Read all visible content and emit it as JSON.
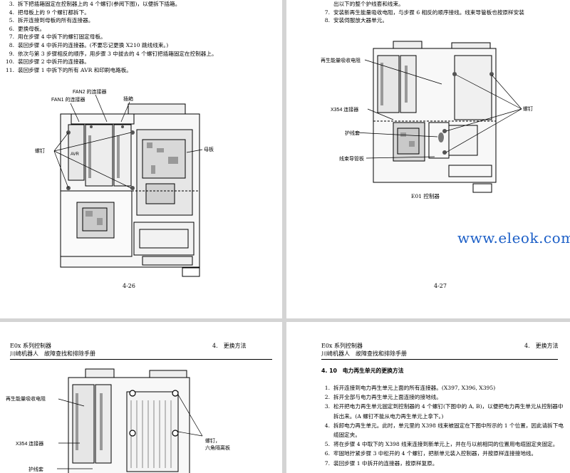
{
  "page1": {
    "steps": [
      {
        "num": "3.",
        "text": "拆下把插箱固定在控制器上的 4 个螺钉(参阅下图)，以便拆下插箱。"
      },
      {
        "num": "4.",
        "text": "把母板上的 9 个螺钉都拆下。"
      },
      {
        "num": "5.",
        "text": "拆开连接到母板的所有连接器。"
      },
      {
        "num": "6.",
        "text": "更换母板。"
      },
      {
        "num": "7.",
        "text": "用在步骤 4 中拆下的螺钉固定母板。"
      },
      {
        "num": "8.",
        "text": "装回步骤 4 中拆开的连接器。(不要忘记更换 X210 跳线线束。)"
      },
      {
        "num": "9.",
        "text": "依次与第 3 步骤相反的顺序，用步骤 3 中拔去的 4 个螺钉把插箱固定在控制器上。"
      },
      {
        "num": "10.",
        "text": "装回步骤 2 中拆开的连接器。"
      },
      {
        "num": "11.",
        "text": "装回步骤 1 中拆下的所有 AVR 和印刷电路板。"
      }
    ],
    "labels": {
      "fan1": "FAN1 的连接器",
      "fan2": "FAN2 的连接器",
      "chassis": "插箱",
      "screws": "螺钉",
      "motherboard": "母板",
      "avr": "AVR"
    },
    "page_number": "4-26"
  },
  "page2": {
    "steps": [
      {
        "num": "",
        "text": "出以下的整个护线套和线束。"
      },
      {
        "num": "7.",
        "text": "安装新再生能量吸收电阻，与步骤 6 相反的顺序接线。线束导管板也按原样安装"
      },
      {
        "num": "8.",
        "text": "安装伺服放大器单元。"
      }
    ],
    "labels": {
      "resistor": "再生能量吸收电阻",
      "x354": "X354 连接器",
      "grommet": "护线套",
      "duct": "线束导管板",
      "screws": "螺钉"
    },
    "caption": "E01 控制器",
    "page_number": "4-27"
  },
  "page3": {
    "header_line1": "E0x 系列控制器",
    "header_line2": "川崎机器人　故障查找和排除手册",
    "header_right": "4.　更换方法",
    "labels": {
      "resistor": "再生能量吸收电阻",
      "x354": "X354 连接器",
      "grommet": "护线套",
      "screws_line1": "螺钉，",
      "screws_line2": "六角隔离板"
    }
  },
  "page4": {
    "header_line1": "E0x 系列控制器",
    "header_line2": "川崎机器人　故障查找和排除手册",
    "header_right": "4.　更换方法",
    "section_title": "4. 10　电力再生单元的更换方法",
    "steps": [
      {
        "num": "1.",
        "text": "拆开连接到电力再生单元上面的所有连接器。(X397, X396, X395)"
      },
      {
        "num": "2.",
        "text": "拆开全部与电力再生单元上面连接的接地线。"
      },
      {
        "num": "3.",
        "text": "松开把电力再生单元固定到控制器的 4 个螺钉(下图中的 A, B)，以便把电力再生单元从控制器中拆出来。(A 螺钉不能从电力再生单元上拿下。)"
      },
      {
        "num": "4.",
        "text": "拆卸电力再生单元。此时，单元里的 X398 线束被固定在下图中所示的 1 个位置，因此请拆下电缆固定夹。"
      },
      {
        "num": "5.",
        "text": "将在步骤 4 中取下的 X398 线束连接到新单元上，并在与以前相同的位置用电缆固定夹固定。"
      },
      {
        "num": "6.",
        "text": "牢固地拧紧步骤 3 中松开的 4 个螺钉，把新单元装入控制器，并按原样连接接地线。"
      },
      {
        "num": "7.",
        "text": "装回步骤 1 中拆开的连接器，按原样复原。"
      }
    ]
  },
  "watermark": "www.eleok.com"
}
